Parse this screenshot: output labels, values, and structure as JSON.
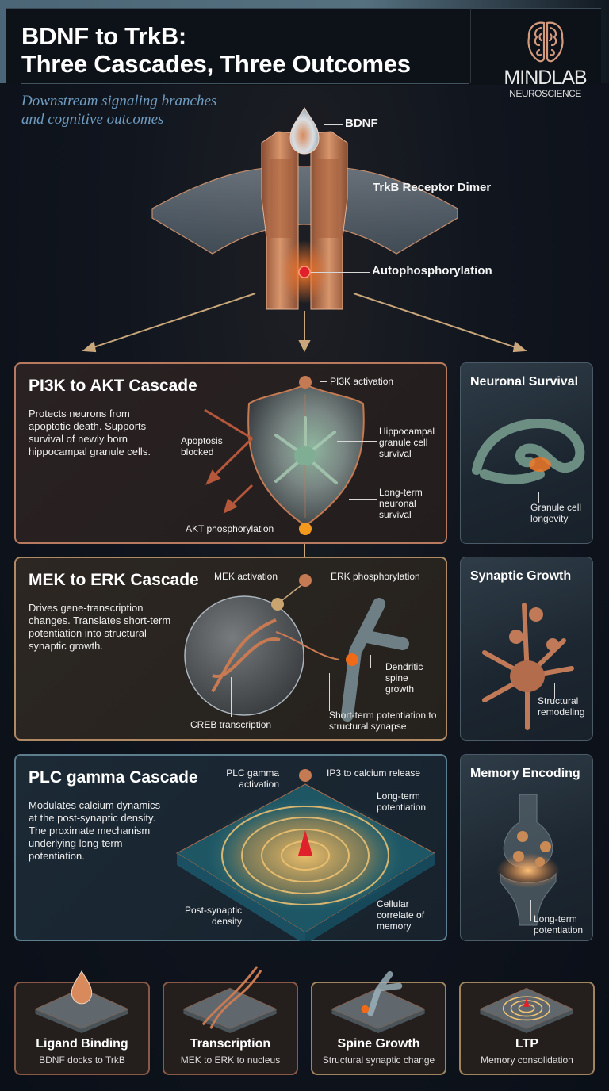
{
  "header": {
    "title_line1": "BDNF to TrkB:",
    "title_line2": "Three Cascades, Three Outcomes",
    "subtitle_line1": "Downstream signaling branches",
    "subtitle_line2": "and cognitive outcomes",
    "logo": {
      "icon": "brain-icon",
      "name": "MINDLAB",
      "tagline": "NEUROSCIENCE"
    }
  },
  "hero": {
    "labels": {
      "ligand": "BDNF",
      "receptor": "TrkB Receptor Dimer",
      "activation": "Autophosphorylation"
    },
    "arrows": [
      "left",
      "center",
      "right"
    ]
  },
  "cascades": [
    {
      "title": "PI3K to AKT Cascade",
      "body": "Protects neurons from apoptotic death. Supports survival of newly born hippocampal granule cells.",
      "illustration": "shield-neuron-icon",
      "labels": {
        "top": "PI3K activation",
        "left": "Apoptosis blocked",
        "right1": "Hippocampal granule cell survival",
        "right2": "Long-term neuronal survival",
        "bottom": "AKT phosphorylation"
      }
    },
    {
      "title": "MEK to ERK Cascade",
      "body": "Drives gene-transcription changes. Translates short-term potentiation into structural synaptic growth.",
      "illustration": "nucleus-dna-spine-icon",
      "labels": {
        "top_left": "MEK activation",
        "top_right": "ERK phosphorylation",
        "bottom_left": "CREB transcription",
        "right": "Dendritic spine growth",
        "bottom_right": "Short-term potentiation to structural synapse"
      }
    },
    {
      "title": "PLC gamma Cascade",
      "body": "Modulates calcium dynamics at the post-synaptic density. The proximate mechanism underlying long-term potentiation.",
      "illustration": "lattice-ripple-icon",
      "labels": {
        "top_left": "PLC gamma activation",
        "top_right": "IP3 to calcium release",
        "right1": "Long-term potentiation",
        "bottom_left": "Post-synaptic density",
        "right2": "Cellular correlate of memory"
      }
    }
  ],
  "outcomes": [
    {
      "title": "Neuronal Survival",
      "caption": "Granule cell longevity",
      "icon": "hippocampus-icon"
    },
    {
      "title": "Synaptic Growth",
      "caption": "Structural remodeling",
      "icon": "neuron-icon"
    },
    {
      "title": "Memory Encoding",
      "caption": "Long-term potentiation",
      "icon": "synapse-icon"
    }
  ],
  "summary_tiles": [
    {
      "title": "Ligand Binding",
      "subtitle": "BDNF docks to TrkB",
      "icon": "droplet-platform-icon"
    },
    {
      "title": "Transcription",
      "subtitle": "MEK to ERK to nucleus",
      "icon": "dna-platform-icon"
    },
    {
      "title": "Spine Growth",
      "subtitle": "Structural synaptic change",
      "icon": "spine-platform-icon"
    },
    {
      "title": "LTP",
      "subtitle": "Memory consolidation",
      "icon": "ripple-platform-icon"
    }
  ],
  "colors": {
    "copper": "#c47a52",
    "gold_arrow": "#c9a77a",
    "orange_node": "#f39a1e",
    "red_node": "#e0202a",
    "subtitle_blue": "#6f9cc0",
    "pi3k_border": "#b87a5e",
    "mek_border": "#b08a62",
    "plc_border": "#5d7e8f"
  }
}
